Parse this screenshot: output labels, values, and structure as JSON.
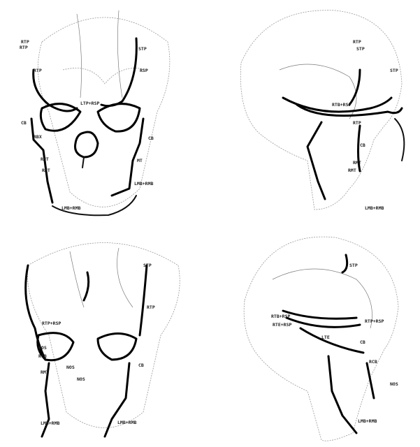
{
  "panels": [
    {
      "id": "top-left",
      "labels": [
        "RTP",
        "RTP",
        "RTP",
        "STP",
        "RSP",
        "LTP+RSP",
        "CB",
        "RBX",
        "CB",
        "RMT",
        "RMT",
        "MT",
        "LMB+RMB",
        "LMB+RMB"
      ]
    },
    {
      "id": "top-right",
      "labels": [
        "RTP",
        "STP",
        "STP",
        "RTB+RSP",
        "RTP",
        "CB",
        "RMT",
        "RMT",
        "LMB+RMB"
      ]
    },
    {
      "id": "bottom-left",
      "labels": [
        "STP",
        "RTP",
        "RTP+RSP",
        "ROS",
        "RCB",
        "RMT",
        "NOS",
        "NOS",
        "CB",
        "LMB+RMB",
        "LMB+RMB"
      ]
    },
    {
      "id": "bottom-right",
      "labels": [
        "STP",
        "RTB+RSP",
        "RTE+RSP",
        "RTP+RSP",
        "LTE",
        "CB",
        "RCB",
        "NOS",
        "LMB+RMB"
      ]
    }
  ]
}
